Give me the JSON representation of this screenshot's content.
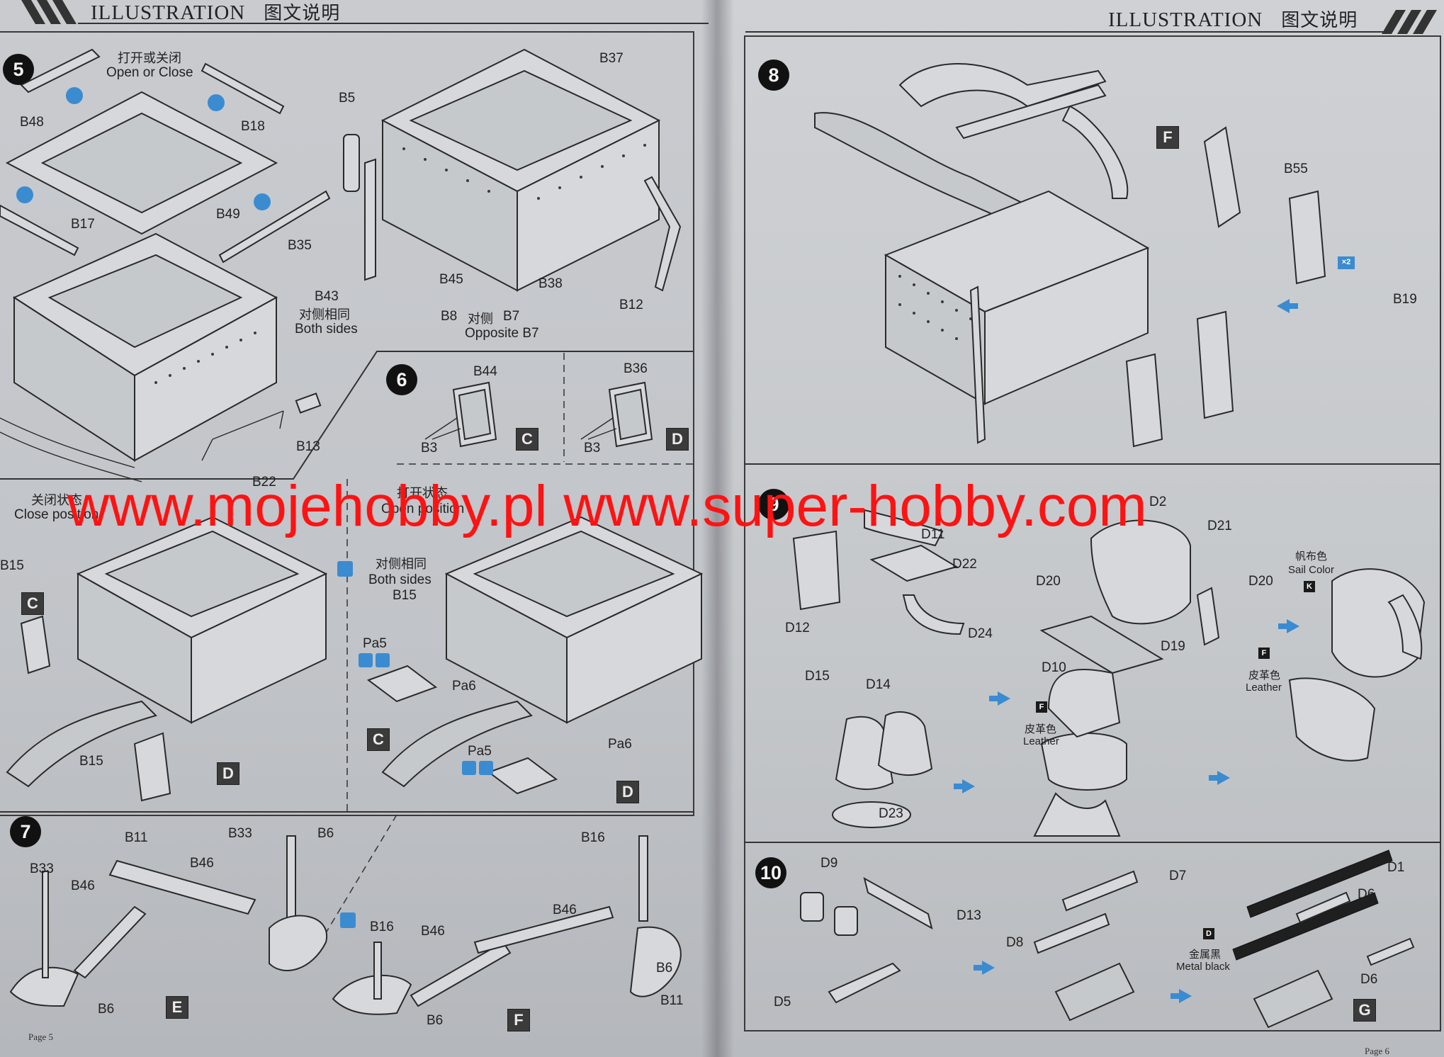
{
  "header": {
    "left_title": "ILLUSTRATION",
    "left_title_cn": "图文说明",
    "right_title": "ILLUSTRATION",
    "right_title_cn": "图文说明"
  },
  "watermark": "www.mojehobby.pl www.super-hobby.com",
  "footer": {
    "left_page_word": "Page",
    "left_page_num": "5",
    "right_page_word": "Page",
    "right_page_num": "6"
  },
  "step5": {
    "number": "5",
    "open_close_cn": "打开或关闭",
    "open_close_en": "Open or Close",
    "parts": [
      "B48",
      "B18",
      "B17",
      "B49",
      "B5",
      "B37",
      "B35",
      "B45",
      "B38",
      "B12",
      "B13",
      "B22"
    ],
    "b43": "B43",
    "both_sides_cn": "对侧相同",
    "both_sides_en": "Both sides",
    "b8": "B8",
    "opposite_cn": "对侧",
    "b7": "B7",
    "opposite_en": "Opposite B7"
  },
  "step6": {
    "number": "6",
    "b44": "B44",
    "b3a": "B3",
    "box_c": "C",
    "b36": "B36",
    "b3b": "B3",
    "box_d": "D"
  },
  "closed_open": {
    "closed_cn": "关闭状态",
    "closed_en": "Close position",
    "open_cn": "打开状态",
    "open_en": "Open position",
    "b15a": "B15",
    "box_c1": "C",
    "b15b": "B15",
    "box_d1": "D",
    "both_sides_cn": "对侧相同",
    "both_sides_en": "Both sides",
    "b15c": "B15",
    "pa5a": "Pa5",
    "pa6a": "Pa6",
    "box_c2": "C",
    "pa5b": "Pa5",
    "pa6b": "Pa6",
    "box_d2": "D"
  },
  "step7": {
    "number": "7",
    "b11": "B11",
    "b33a": "B33",
    "b6a": "B6",
    "b33b": "B33",
    "b46a": "B46",
    "b46b": "B46",
    "b6b": "B6",
    "box_e": "E",
    "b16a": "B16",
    "b16b": "B16",
    "b46c": "B46",
    "b46d": "B46",
    "b6c": "B6",
    "b6d": "B6",
    "b11b": "B11",
    "box_f": "F"
  },
  "step8": {
    "number": "8",
    "box_f": "F",
    "b55": "B55",
    "x2": "×2",
    "b19": "B19"
  },
  "step9": {
    "d11": "D11",
    "d22": "D22",
    "d12": "D12",
    "d24": "D24",
    "d2": "D2",
    "d21": "D21",
    "d20a": "D20",
    "d20b": "D20",
    "d10": "D10",
    "d19": "D19",
    "sail_cn": "帆布色",
    "sail_en": "Sail Color",
    "sail_code": "K",
    "leather_code1": "F",
    "leather_cn1": "皮革色",
    "leather_en1": "Leather",
    "d15": "D15",
    "d14": "D14",
    "d23": "D23",
    "leather_code2": "F",
    "leather_cn2": "皮革色",
    "leather_en2": "Leather"
  },
  "step10": {
    "number": "10",
    "d9": "D9",
    "d13": "D13",
    "d5": "D5",
    "d7": "D7",
    "d8": "D8",
    "d1": "D1",
    "d6a": "D6",
    "d6b": "D6",
    "metal_code": "D",
    "metal_cn": "金属黑",
    "metal_en": "Metal black",
    "box_g": "G"
  }
}
